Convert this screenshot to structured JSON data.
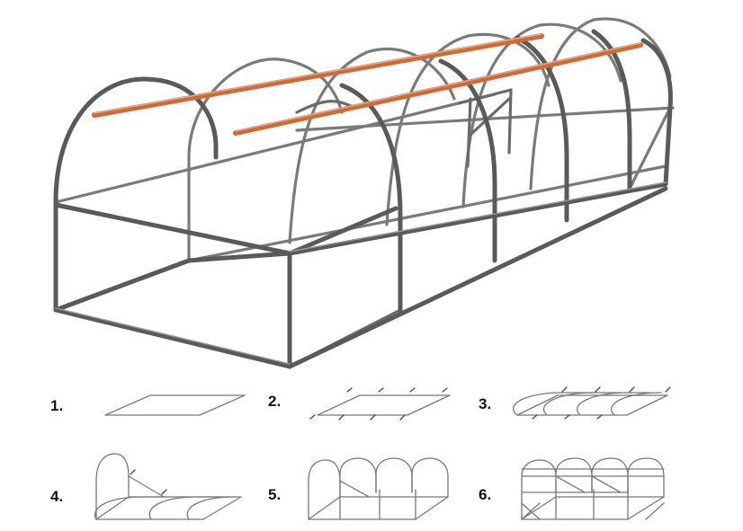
{
  "steps": [
    {
      "label": "1."
    },
    {
      "label": "2."
    },
    {
      "label": "3."
    },
    {
      "label": "4."
    },
    {
      "label": "5."
    },
    {
      "label": "6."
    }
  ],
  "colors": {
    "frame": "#5a5a5a",
    "rail": "#cc6b3a",
    "sketch": "#777777",
    "background": "#ffffff"
  }
}
